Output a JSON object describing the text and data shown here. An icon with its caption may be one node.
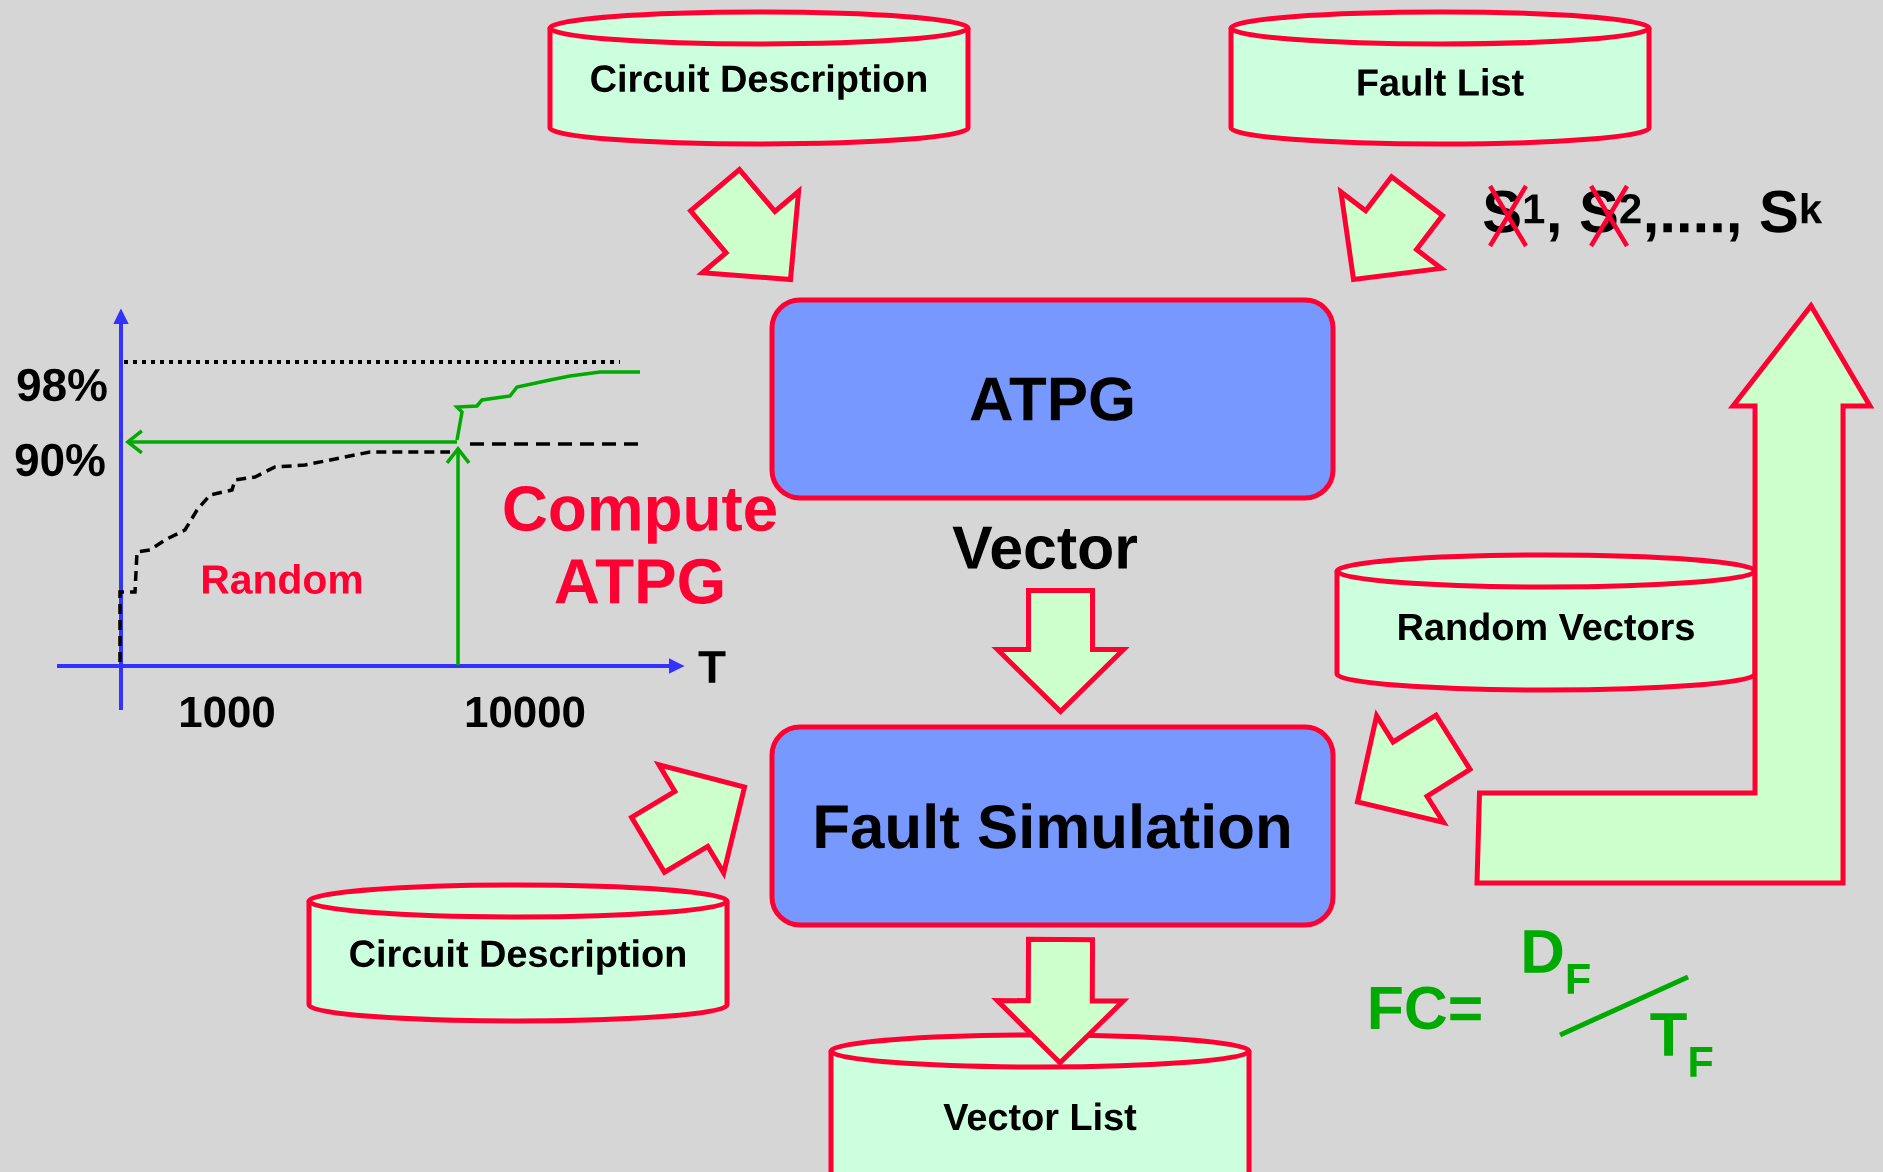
{
  "diagram": {
    "nodes": [
      {
        "text": [
          "Circuit Description"
        ]
      },
      {
        "text": [
          "Fault List"
        ]
      },
      {
        "text": [
          "ATPG"
        ]
      },
      {
        "text": [
          "Fault Simulation"
        ]
      },
      {
        "text": [
          "Random Vectors"
        ]
      },
      {
        "text": [
          "Circuit Description"
        ]
      },
      {
        "text": [
          "Vector List"
        ]
      },
      {
        "text": [
          "S$^{1}$, S$^{2}$,...., S$^{k}$"
        ]
      }
    ],
    "edges": [
      {
        "from": 0,
        "to": 2,
        "arrow": "to"
      },
      {
        "from": 1,
        "to": 2,
        "arrow": "to"
      },
      {
        "from": 2,
        "to": 3,
        "arrow": "to",
        "label": "Vector"
      },
      {
        "from": 4,
        "to": 3,
        "arrow": "to"
      },
      {
        "from": 5,
        "to": 3,
        "arrow": "to"
      },
      {
        "from": 3,
        "to": 6,
        "arrow": "to"
      },
      {
        "from": 3,
        "to": 7,
        "arrow": "to"
      }
    ],
    "labels": [
      "98%",
      "90%",
      "Compute ATPG",
      "Random",
      "T",
      "1000",
      "10000",
      "FC=",
      "D$_{F}$",
      "T$_{F}$"
    ]
  }
}
